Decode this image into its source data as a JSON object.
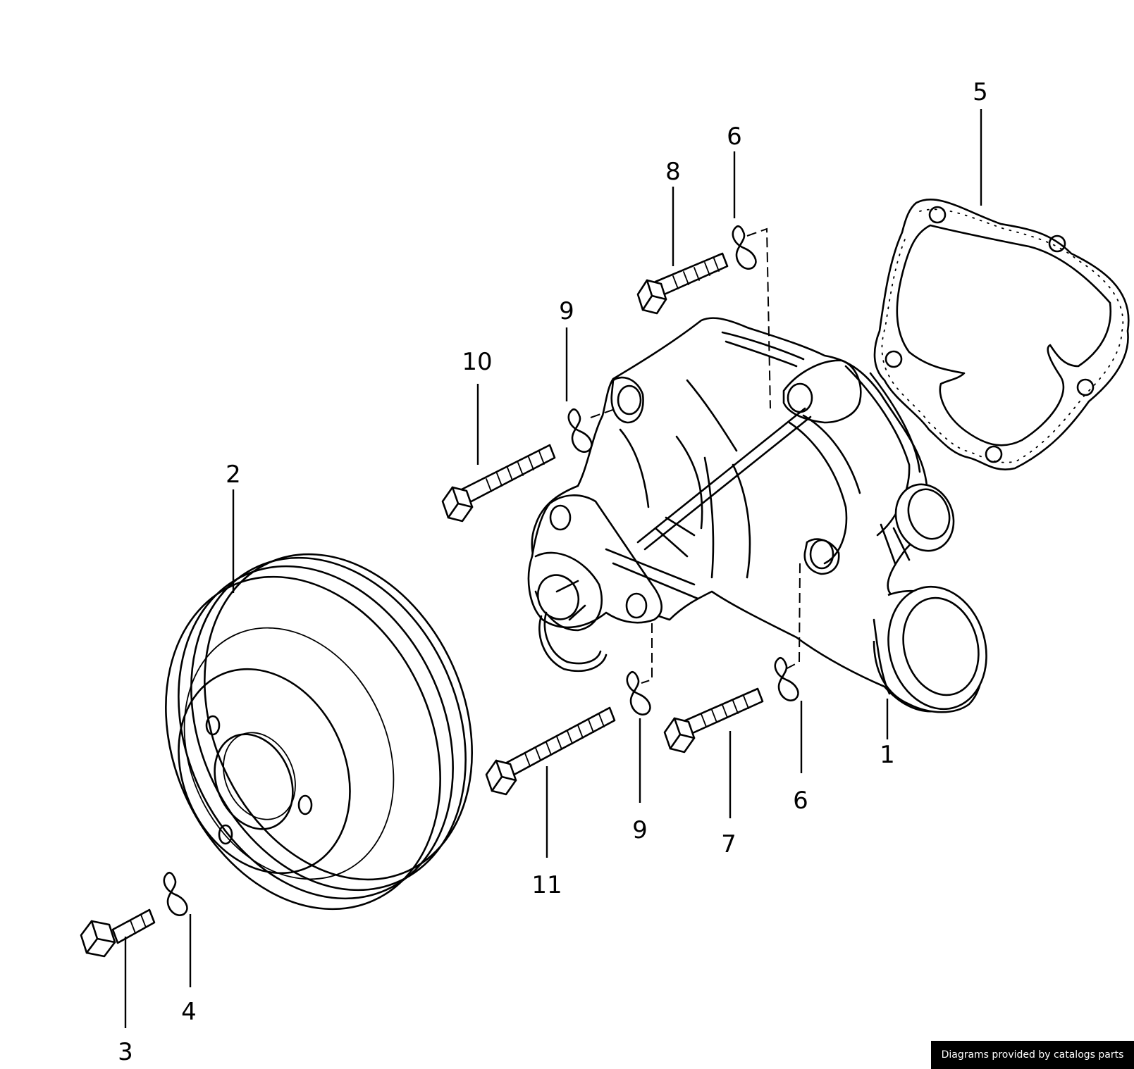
{
  "callouts": [
    {
      "id": "callout-1",
      "label": "1"
    },
    {
      "id": "callout-2",
      "label": "2"
    },
    {
      "id": "callout-3",
      "label": "3"
    },
    {
      "id": "callout-4",
      "label": "4"
    },
    {
      "id": "callout-5",
      "label": "5"
    },
    {
      "id": "callout-6-top",
      "label": "6"
    },
    {
      "id": "callout-6-bottom",
      "label": "6"
    },
    {
      "id": "callout-7",
      "label": "7"
    },
    {
      "id": "callout-8",
      "label": "8"
    },
    {
      "id": "callout-9-top",
      "label": "9"
    },
    {
      "id": "callout-9-bottom",
      "label": "9"
    },
    {
      "id": "callout-10",
      "label": "10"
    },
    {
      "id": "callout-11",
      "label": "11"
    }
  ],
  "footer": {
    "credit": "Diagrams provided by catalogs parts"
  }
}
